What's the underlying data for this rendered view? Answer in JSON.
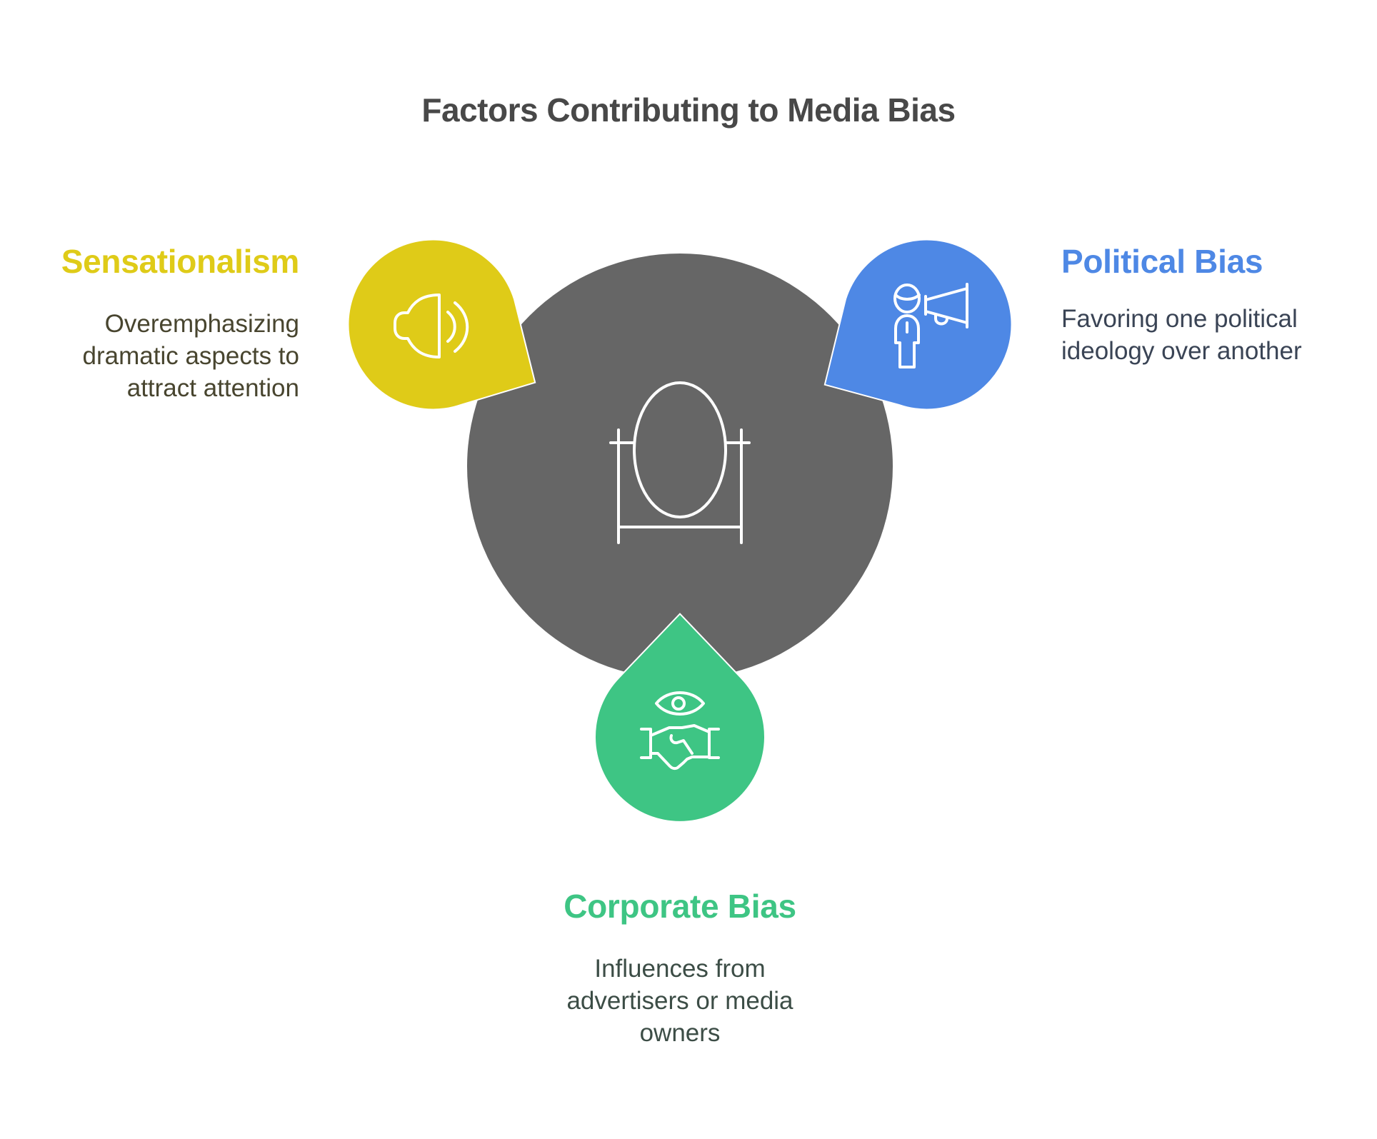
{
  "title": "Factors Contributing to Media Bias",
  "center": {
    "icon": "mirror-icon",
    "color": "#666666"
  },
  "factors": [
    {
      "name": "Sensationalism",
      "description_lines": [
        "Overemphasizing",
        "dramatic aspects to",
        "attract attention"
      ],
      "icon": "speaker-icon",
      "color": "#DFCB18",
      "text_color": "#48452F",
      "position": "top-left"
    },
    {
      "name": "Political Bias",
      "description_lines": [
        "Favoring one political",
        "ideology over another"
      ],
      "icon": "person-megaphone-icon",
      "color": "#4E88E5",
      "text_color": "#3A4455",
      "position": "top-right"
    },
    {
      "name": "Corporate Bias",
      "description_lines": [
        "Influences from",
        "advertisers or media",
        "owners"
      ],
      "icon": "eye-handshake-icon",
      "color": "#3EC584",
      "text_color": "#3C4D46",
      "position": "bottom"
    }
  ]
}
